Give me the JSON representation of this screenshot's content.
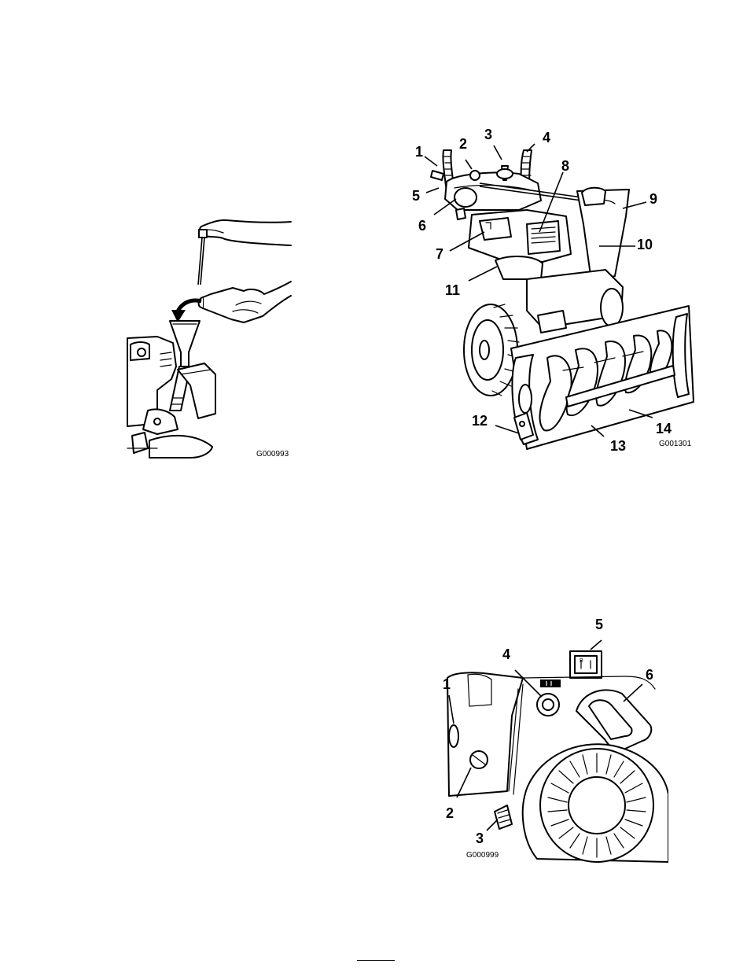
{
  "fig_oil": {
    "code": "G000993"
  },
  "fig_snowthrower": {
    "code": "G001301",
    "callouts": [
      "1",
      "2",
      "3",
      "4",
      "5",
      "6",
      "7",
      "8",
      "9",
      "10",
      "11",
      "12",
      "13",
      "14"
    ]
  },
  "fig_engine": {
    "code": "G000999",
    "callouts": [
      "1",
      "2",
      "3",
      "4",
      "5",
      "6"
    ]
  }
}
